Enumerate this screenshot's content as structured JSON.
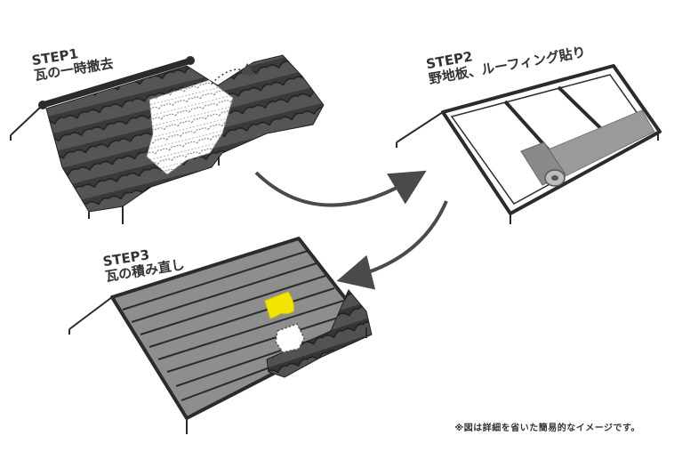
{
  "steps": [
    {
      "number": "STEP1",
      "caption": "瓦の一時撤去"
    },
    {
      "number": "STEP2",
      "caption": "野地板、ルーフィング貼り"
    },
    {
      "number": "STEP3",
      "caption": "瓦の積み直し"
    }
  ],
  "note": "※図は詳細を省いた簡易的なイメージです。",
  "colors": {
    "tile": "#3d3d3d",
    "tile_light": "#5a5a5a",
    "roof_frame": "#2b2b2b",
    "roofing": "#9a9a9a",
    "panel": "#8e8e8e",
    "highlight_tile": "#f5e400",
    "arrow": "#4a4a4a"
  }
}
